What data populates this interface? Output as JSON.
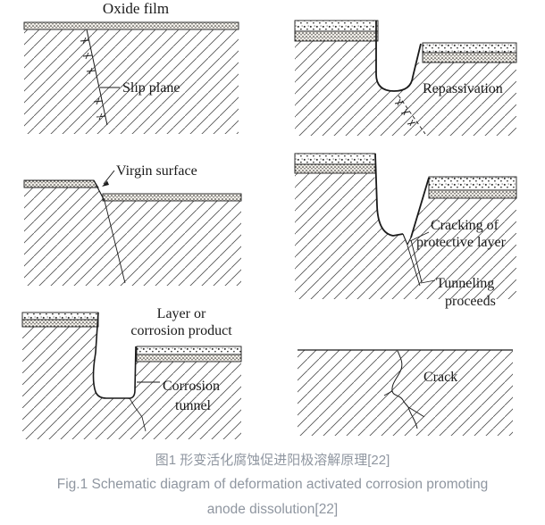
{
  "figure": {
    "panels": {
      "top_left": {
        "title": "Oxide film",
        "slip_plane": "Slip plane"
      },
      "top_right": {
        "repassivation": "Repassivation"
      },
      "middle_left": {
        "virgin_surface": "Virgin surface"
      },
      "middle_right": {
        "cracking_line1": "Cracking of",
        "cracking_line2": "protective layer",
        "tunneling_line1": "Tunneling",
        "tunneling_line2": "proceeds"
      },
      "bottom_left": {
        "layer_line1": "Layer or",
        "layer_line2": "corrosion product",
        "tunnel_line1": "Corrosion",
        "tunnel_line2": "tunnel"
      },
      "bottom_right": {
        "crack": "Crack"
      }
    },
    "caption": {
      "chinese": "图1 形变活化腐蚀促进阳极溶解原理[22]",
      "english_line1": "Fig.1 Schematic diagram of deformation activated corrosion promoting",
      "english_line2": "anode dissolution[22]"
    },
    "colors": {
      "ink": "#1a1a1a",
      "hatch_line": "#4f4f4f",
      "caption_text": "#8f96a0",
      "background": "#ffffff"
    }
  }
}
